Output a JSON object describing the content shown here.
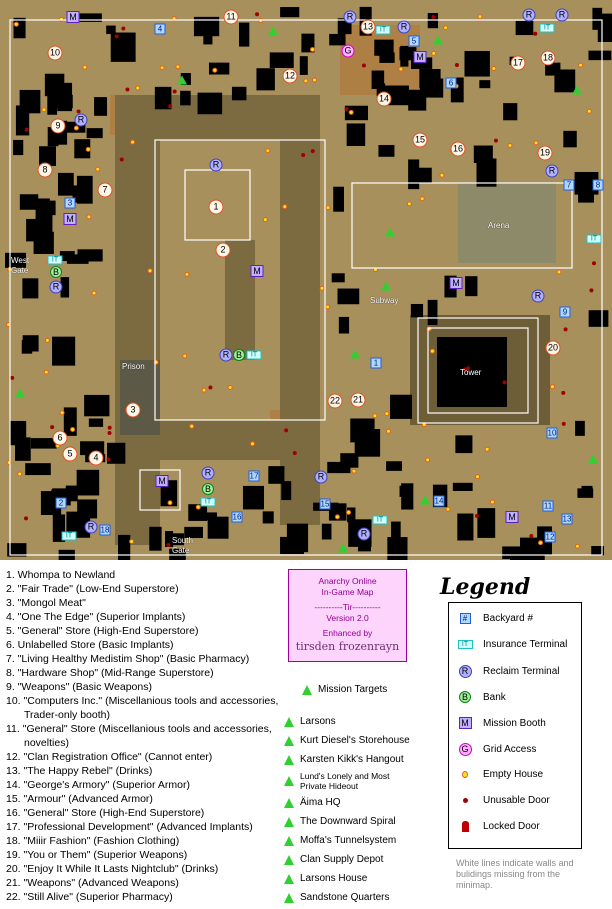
{
  "map": {
    "numbers": [
      "1",
      "2",
      "3",
      "4",
      "5",
      "6",
      "7",
      "8",
      "9",
      "10",
      "11",
      "12",
      "13",
      "14",
      "15",
      "16",
      "17",
      "18",
      "19",
      "20",
      "21",
      "22"
    ],
    "backyards": [
      "4",
      "5",
      "6",
      "7",
      "8",
      "3",
      "9",
      "1",
      "10",
      "17",
      "15",
      "14",
      "11",
      "2",
      "18",
      "16",
      "13",
      "12"
    ],
    "places": {
      "west_gate": "West Gate",
      "subway": "Subway",
      "arena": "Arena",
      "tower": "Tower",
      "prison": "Prison",
      "south_gate": "South Gate"
    },
    "reclaim_glyph": "R",
    "bank_glyph": "B",
    "mission_glyph": "M",
    "grid_glyph": "G",
    "it_glyph": "IT"
  },
  "locations": [
    "1. Whompa to Newland",
    "2. \"Fair Trade\" (Low-End Superstore)",
    "3. \"Mongol Meat\"",
    "4. \"One The Edge\" (Superior Implants)",
    "5. \"General\" Store (High-End Superstore)",
    "6. Unlabelled Store (Basic Implants)",
    "7. \"Living Healthy Medistim Shop\" (Basic Pharmacy)",
    "8. \"Hardware Shop\" (Mid-Range Superstore)",
    "9. \"Weapons\" (Basic Weapons)",
    "10. \"Computers Inc.\" (Miscellanious tools and accessories, Trader-only booth)",
    "11. \"General\" Store (Miscellanious tools and accessories, novelties)",
    "12. \"Clan Registration Office\" (Cannot enter)",
    "13. \"The Happy Rebel\" (Drinks)",
    "14. \"George's Armory\" (Superior Armor)",
    "15. \"Armour\" (Advanced Armor)",
    "16. \"General\" Store (High-End Superstore)",
    "17. \"Professional Development\" (Advanced Implants)",
    "18. \"Miiir Fashion\" (Fashion Clothing)",
    "19. \"You or Them\" (Superior Weapons)",
    "20. \"Enjoy It While It Lasts Nightclub\" (Drinks)",
    "21. \"Weapons\" (Advanced Weapons)",
    "22. \"Still Alive\" (Superior Pharmacy)"
  ],
  "info": {
    "l1": "Anarchy Online",
    "l2": "In-Game Map",
    "l3": "----------Tir----------",
    "l4": "Version 2.0",
    "l5": "Enhanced by",
    "sig": "tirsden frozenrayn"
  },
  "mission_title": "Mission Targets",
  "missions": [
    "Larsons",
    "Kurt Diesel's Storehouse",
    "Karsten Kikk's Hangout",
    "Lund's Lonely and Most Private Hideout",
    "Äima HQ",
    "The Downward Spiral",
    "Moffa's Tunnelsystem",
    "Clan Supply Depot",
    "Larsons House",
    "Sandstone Quarters"
  ],
  "legend": {
    "title": "Legend",
    "items": [
      "Backyard #",
      "Insurance Terminal",
      "Reclaim Terminal",
      "Bank",
      "Mission Booth",
      "Grid Access",
      "Empty House",
      "Unusable Door",
      "Locked Door"
    ],
    "backyard_glyph": "#",
    "note": "White lines indicate walls and bulidings missing from the minimap."
  },
  "colors": {
    "ground": "#a8905c",
    "road": "#7c6a40",
    "building": "#000000",
    "accent": "#a000a0"
  }
}
